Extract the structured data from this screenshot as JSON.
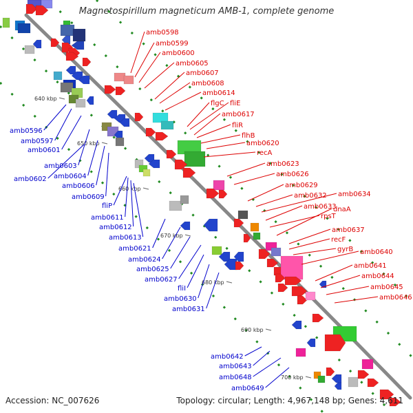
{
  "title": "Magnetospirillum magneticum AMB-1, complete genome",
  "footer": {
    "accession": "Accession: NC_007626",
    "topology": "Topology: circular; Length: 4,967,148 bp; Genes: 4,611"
  },
  "colors": {
    "backbone": "#888888",
    "forward_label": "#dd0000",
    "reverse_label": "#0000cc",
    "tick": "#228b22"
  },
  "ticks": [
    "640 kbp",
    "650 kbp",
    "660 kbp",
    "670 kbp",
    "680 kbp",
    "690 kbp",
    "700 kbp"
  ],
  "forward_labels": [
    "amb0598",
    "amb0599",
    "amb0600",
    "amb0605",
    "amb0607",
    "amb0608",
    "amb0614",
    "flgC",
    "fliE",
    "amb0617",
    "fliR",
    "flhB",
    "amb0620",
    "recA",
    "amb0623",
    "amb0626",
    "amb0629",
    "amb0632",
    "amb0634",
    "amb0633",
    "dnaA",
    "rpsT",
    "amb0637",
    "recF",
    "gyrB",
    "amb0640",
    "amb0641",
    "amb0644",
    "amb0645",
    "amb0646"
  ],
  "reverse_labels": [
    "amb0596",
    "amb0597",
    "amb0601",
    "amb0603",
    "amb0602",
    "amb0604",
    "amb0606",
    "amb0609",
    "fliP",
    "amb0611",
    "amb0612",
    "amb0613",
    "amb0621",
    "amb0624",
    "amb0625",
    "amb0627",
    "fliI",
    "amb0630",
    "amb0631",
    "amb0642",
    "amb0643",
    "amb0648",
    "amb0649"
  ]
}
